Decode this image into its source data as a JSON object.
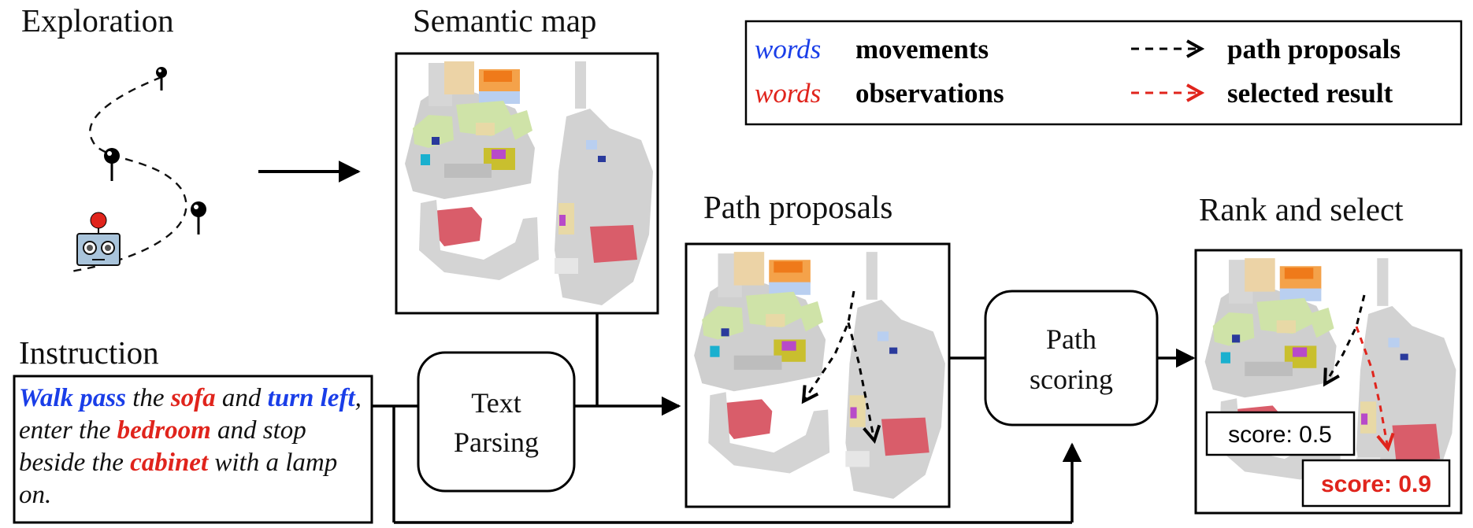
{
  "sections": {
    "exploration": "Exploration",
    "semantic_map": "Semantic map",
    "path_proposals": "Path proposals",
    "rank_select": "Rank and select",
    "instruction": "Instruction"
  },
  "boxes": {
    "text_parsing_line1": "Text",
    "text_parsing_line2": "Parsing",
    "path_scoring_line1": "Path",
    "path_scoring_line2": "scoring"
  },
  "legend": {
    "movements_word": "words",
    "movements_label": "movements",
    "observations_word": "words",
    "observations_label": "observations",
    "proposals_label": "path proposals",
    "selected_label": "selected result"
  },
  "instruction_text": {
    "t1": "Walk pass",
    "t2": " the ",
    "t3": "sofa",
    "t4": " and ",
    "t5": "turn left",
    "t6": ", enter the ",
    "t7": "bedroom",
    "t8": " and stop beside the ",
    "t9": "cabinet",
    "t10": " with a lamp on."
  },
  "scores": {
    "low": "score: 0.5",
    "high": "score: 0.9"
  },
  "colors": {
    "movement": "#1a3ee8",
    "observation": "#e0241c",
    "map_gray": "#c9c9c9",
    "map_green": "#cfe3a8",
    "map_red": "#d95d6a",
    "map_orange": "#f58a1f",
    "map_yellow": "#c9bf2e"
  },
  "icons": [
    "waypoint-pin-icon",
    "robot-icon",
    "arrow-right-icon"
  ]
}
